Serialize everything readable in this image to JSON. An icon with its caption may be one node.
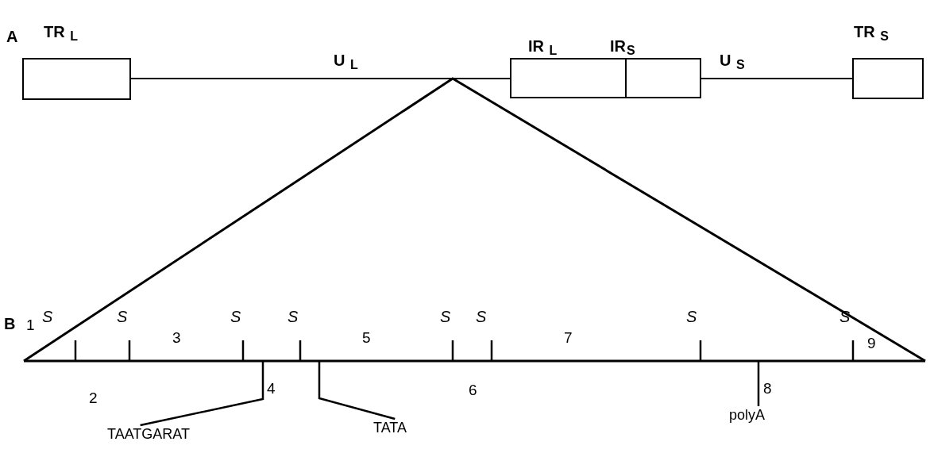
{
  "diagram": {
    "nodes": [
      {
        "text": [
          "TR $_{L}$"
        ]
      },
      {
        "text": [
          "IR $_{L}$"
        ]
      },
      {
        "text": [
          "IR$_{S}$"
        ]
      },
      {
        "text": [
          "TR $_{S}$"
        ]
      },
      {
        "text": [
          "TAATGARAT"
        ]
      },
      {
        "text": [
          "TATA"
        ]
      },
      {
        "text": [
          "polyA"
        ]
      }
    ],
    "edges": [
      {
        "from": 0,
        "to": 1,
        "arrow": "none",
        "label": "U $_{L}$"
      },
      {
        "from": 2,
        "to": 3,
        "arrow": "none",
        "label": "U $_{S}$"
      },
      {
        "from": 4,
        "to": null,
        "arrow": "none"
      },
      {
        "from": 5,
        "to": null,
        "arrow": "none"
      },
      {
        "from": 6,
        "to": null,
        "arrow": "none"
      }
    ],
    "labels": [
      "A",
      "B",
      "1",
      "S",
      "S",
      "S",
      "S",
      "S",
      "S",
      "S",
      "S",
      "3",
      "5",
      "7",
      "9",
      "2",
      "4",
      "6",
      "8"
    ]
  }
}
